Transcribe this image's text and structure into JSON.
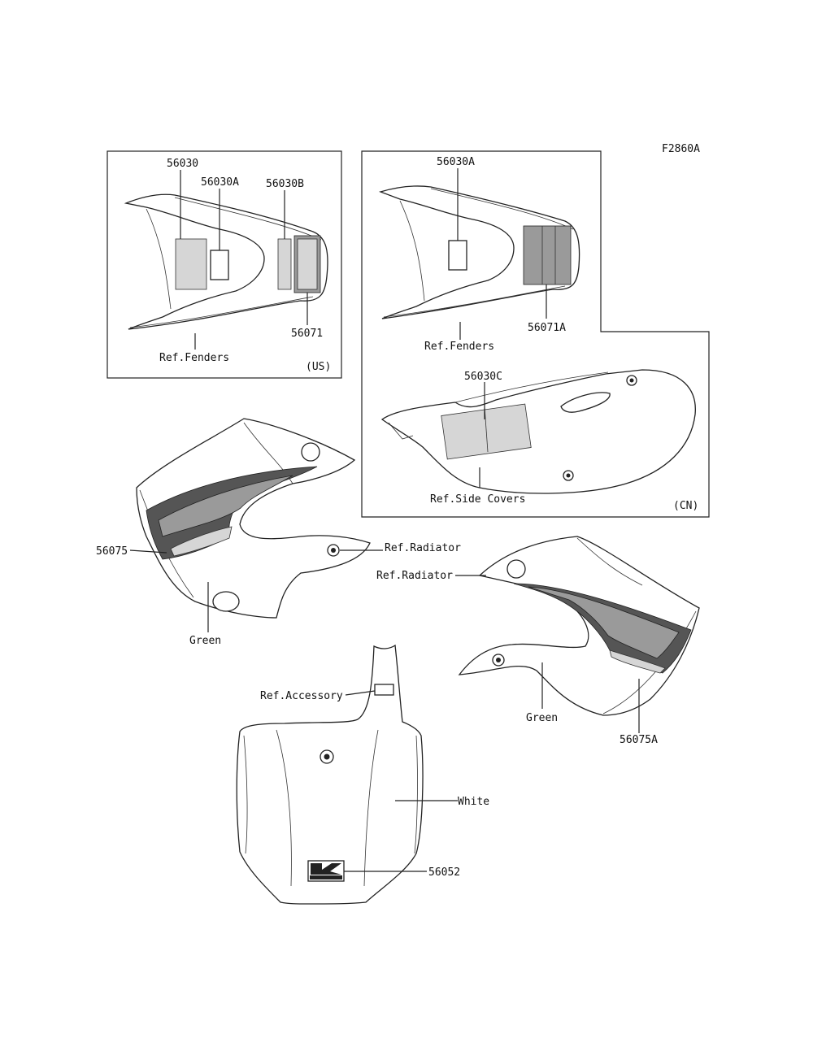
{
  "figure_code": "F2860A",
  "labels": {
    "us_56030": "56030",
    "us_56030a": "56030A",
    "us_56030b": "56030B",
    "us_56071": "56071",
    "us_ref_fenders": "Ref.Fenders",
    "us_region": "(US)",
    "cn_56030a": "56030A",
    "cn_56071a": "56071A",
    "cn_ref_fenders": "Ref.Fenders",
    "cn_56030c": "56030C",
    "cn_ref_side_covers": "Ref.Side Covers",
    "cn_region": "(CN)",
    "left_56075": "56075",
    "left_ref_radiator": "Ref.Radiator",
    "left_green": "Green",
    "right_ref_radiator": "Ref.Radiator",
    "right_green": "Green",
    "right_56075a": "56075A",
    "plate_ref_accessory": "Ref.Accessory",
    "plate_white": "White",
    "plate_56052": "56052"
  },
  "colors": {
    "line": "#222222",
    "decal_dark": "#555555",
    "decal_mid": "#9a9a9a",
    "decal_light": "#d6d6d6",
    "background": "#ffffff"
  }
}
